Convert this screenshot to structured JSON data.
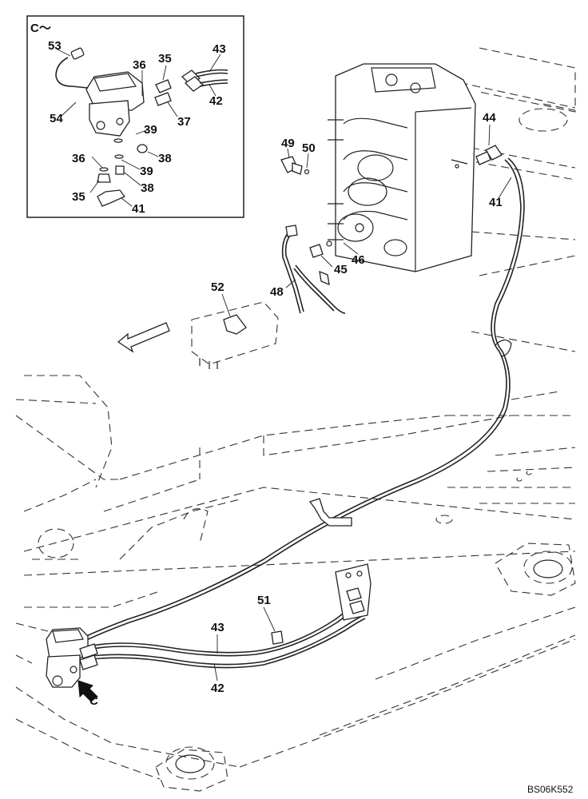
{
  "diagram": {
    "inset_title": "C～",
    "view_marker": "C",
    "drawing_code": "BS06K552",
    "inset_labels": {
      "p53": "53",
      "p54": "54",
      "p36a": "36",
      "p35a": "35",
      "p43a": "43",
      "p42a": "42",
      "p37": "37",
      "p39a": "39",
      "p38a": "38",
      "p36b": "36",
      "p39b": "39",
      "p35b": "35",
      "p38b": "38",
      "p41a": "41"
    },
    "main_labels": {
      "p49": "49",
      "p50": "50",
      "p44": "44",
      "p41b": "41",
      "p45": "45",
      "p46": "46",
      "p52": "52",
      "p48": "48",
      "p51": "51",
      "p43b": "43",
      "p42b": "42"
    }
  }
}
